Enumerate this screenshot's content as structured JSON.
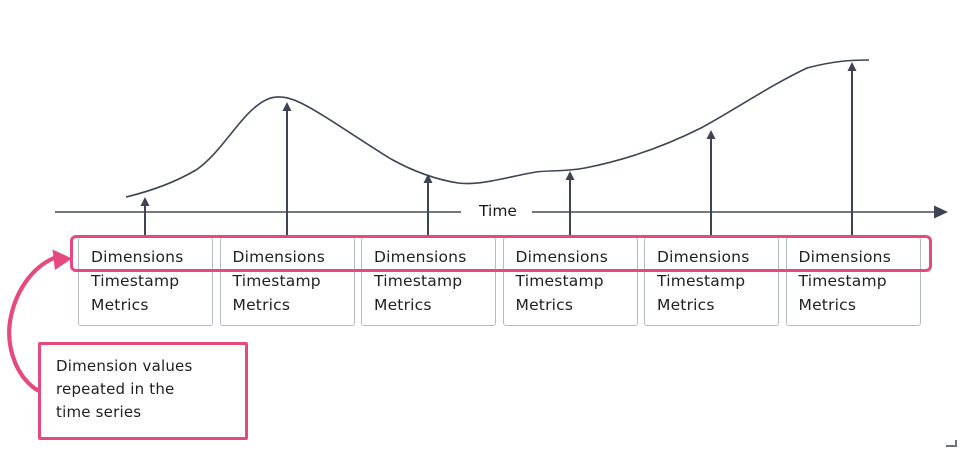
{
  "axis": {
    "label": "Time"
  },
  "record": {
    "fields": [
      "Dimensions",
      "Timestamp",
      "Metrics"
    ]
  },
  "callout": {
    "lines": [
      "Dimension values",
      "repeated in the",
      "time series"
    ]
  },
  "colors": {
    "pink": "#e64980",
    "stroke": "#3e4453",
    "axis": "#73777f",
    "box_border": "#b6bac3",
    "text": "#1f1f1f"
  }
}
